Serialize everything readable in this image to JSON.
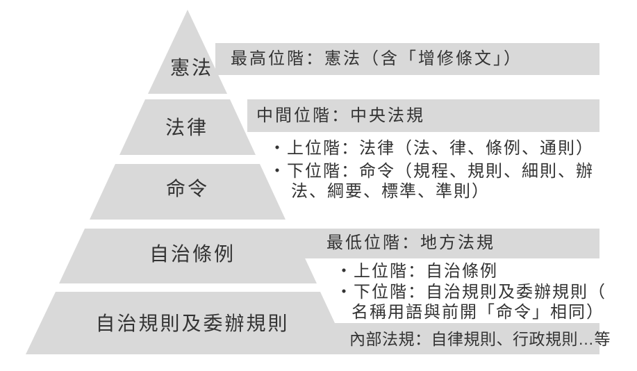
{
  "colors": {
    "shape": "#d9d9d9",
    "text": "#333333",
    "background": "#ffffff"
  },
  "pyramid": {
    "levels": [
      {
        "id": "constitution",
        "label": "憲法"
      },
      {
        "id": "statutes",
        "label": "法律"
      },
      {
        "id": "orders",
        "label": "命令"
      },
      {
        "id": "self-gov-ordinances",
        "label": "自治條例"
      },
      {
        "id": "self-gov-and-delegated-rules",
        "label": "自治規則及委辦規則"
      }
    ]
  },
  "callouts": {
    "highest": {
      "title": "最高位階：憲法（含「增修條文」）"
    },
    "middle": {
      "title": "中間位階：中央法規",
      "lines": [
        "・上位階：法律（法、律、條例、通則）",
        "・下位階：命令（規程、規則、細則、辦",
        "法、綱要、標準、準則）"
      ]
    },
    "lowest": {
      "title": "最低位階：地方法規",
      "lines": [
        "・上位階：自治條例",
        "・下位階：自治規則及委辦規則（",
        "名稱用語與前開「命令」相同）"
      ]
    },
    "internal": {
      "title": "內部法規：自律規則、行政規則…等"
    }
  }
}
